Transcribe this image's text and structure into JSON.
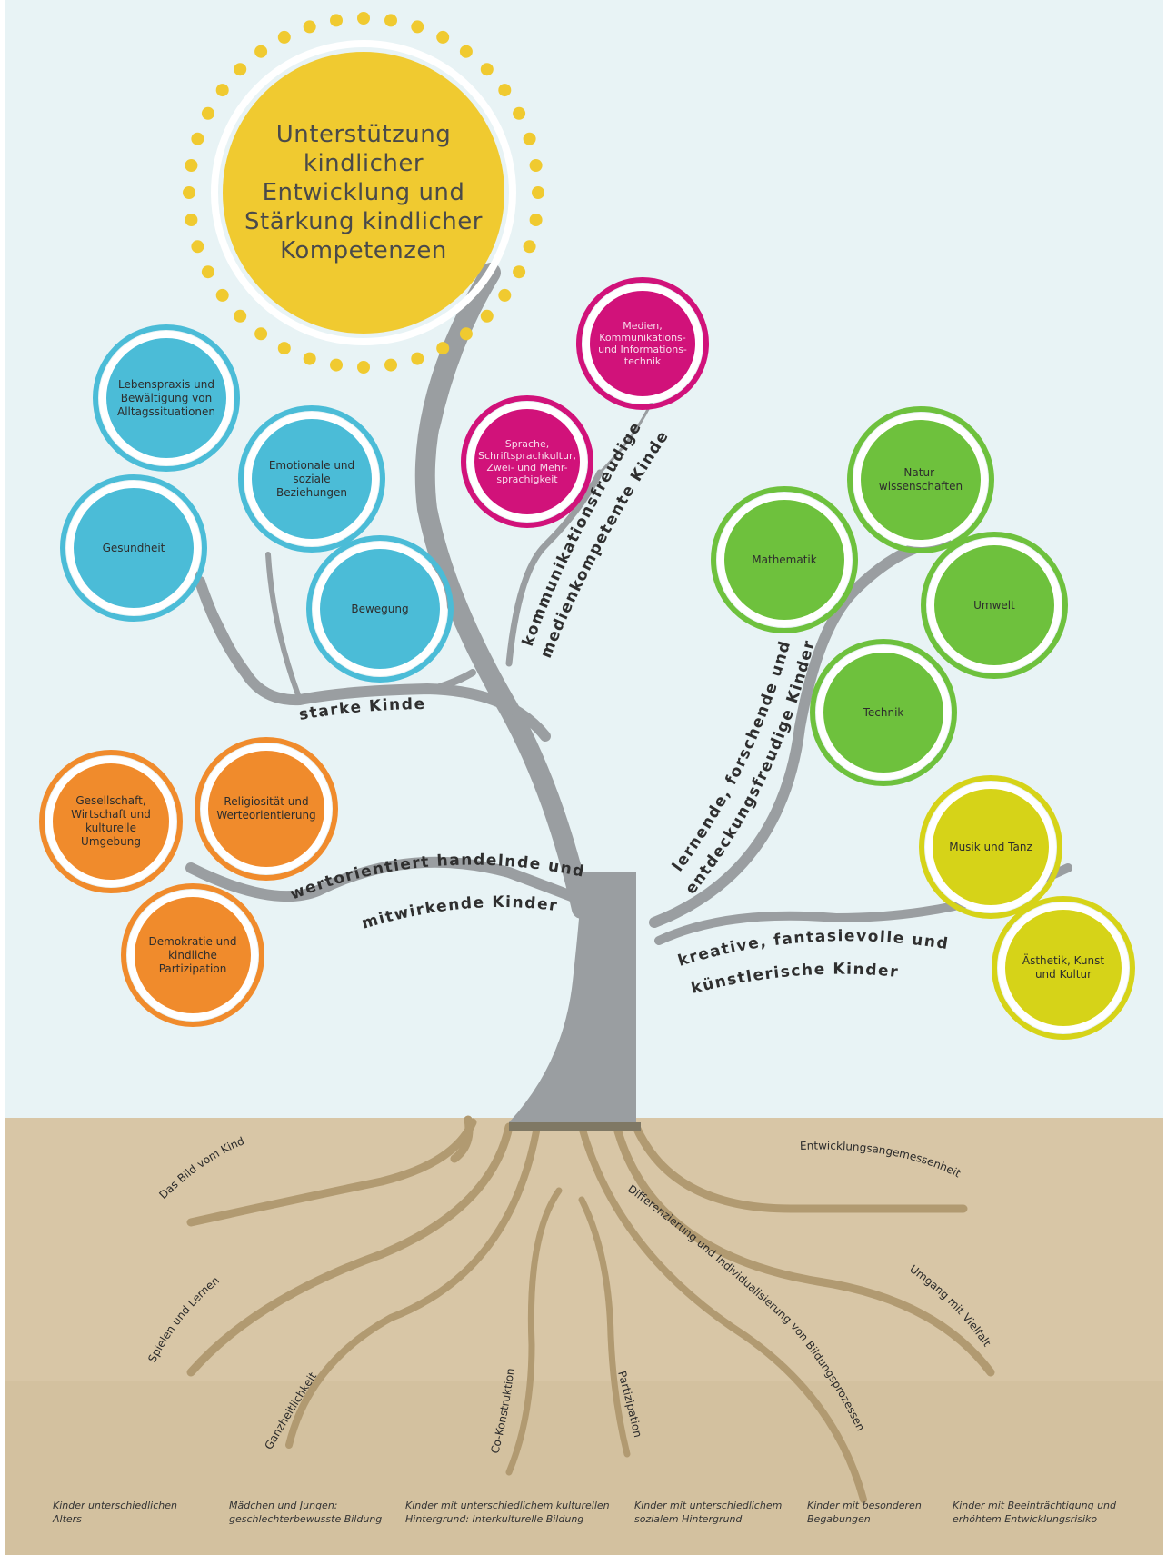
{
  "sun": {
    "lines": [
      "Unterstützung",
      "kindlicher",
      "Entwicklung und",
      "Stärkung kindlicher",
      "Kompetenzen"
    ]
  },
  "colors": {
    "sky": "#e8f3f5",
    "soil": "#d8c6a6",
    "trunk": "#9a9ea1",
    "blue": "#4bbcd7",
    "magenta": "#d1127a",
    "green": "#6ec13d",
    "orange": "#f08b2c",
    "yellow": "#d6d318",
    "sun": "#f0ca30"
  },
  "branches": {
    "starke": "starke Kinder",
    "kommunikation_1": "kommunikationsfreudige",
    "kommunikation_2": "medienkompetente Kinder",
    "lernende_1": "lernende, forschende und",
    "lernende_2": "entdeckungsfreudige Kinder",
    "werte_1": "wertorientiert handelnde und",
    "werte_2": "mitwirkende Kinder",
    "kreative_1": "kreative, fantasievolle und",
    "kreative_2": "künstlerische Kinder"
  },
  "leaves": {
    "lebenspraxis": "Lebenspraxis und Bewältigung von Alltagssituationen",
    "emotionale": "Emotionale und soziale Beziehungen",
    "gesundheit": "Gesundheit",
    "bewegung": "Bewegung",
    "medien": "Medien, Kommunikations- und Informations- technik",
    "sprache": "Sprache, Schriftsprachkultur, Zwei- und Mehr- sprachigkeit",
    "natur": "Natur- wissenschaften",
    "mathematik": "Mathematik",
    "umwelt": "Umwelt",
    "technik": "Technik",
    "gesellschaft": "Gesellschaft, Wirtschaft und kulturelle Umgebung",
    "religiositaet": "Religiosität und Werteorientierung",
    "demokratie": "Demokratie und kindliche Partizipation",
    "musik": "Musik und Tanz",
    "aesthetik": "Ästhetik, Kunst und Kultur"
  },
  "roots": {
    "bild": "Das Bild vom Kind",
    "spielen": "Spielen und Lernen",
    "ganzheitlichkeit": "Ganzheitlichkeit",
    "kokonstruktion": "Co-Konstruktion",
    "partizipation": "Partizipation",
    "differenzierung": "Differenzierung und Individualisierung von Bildungsprozessen",
    "entwicklung": "Entwicklungsangemessenheit",
    "vielfalt": "Umgang mit Vielfalt"
  },
  "notes": [
    "Kinder unterschiedlichen Alters",
    "Mädchen und Jungen: geschlechterbewusste Bildung",
    "Kinder mit unterschiedlichem kulturellen Hintergrund: Interkulturelle Bildung",
    "Kinder mit unterschiedlichem sozialem Hintergrund",
    "Kinder mit besonderen Begabungen",
    "Kinder mit Beeinträchtigung und erhöhtem Entwicklungsrisiko"
  ]
}
